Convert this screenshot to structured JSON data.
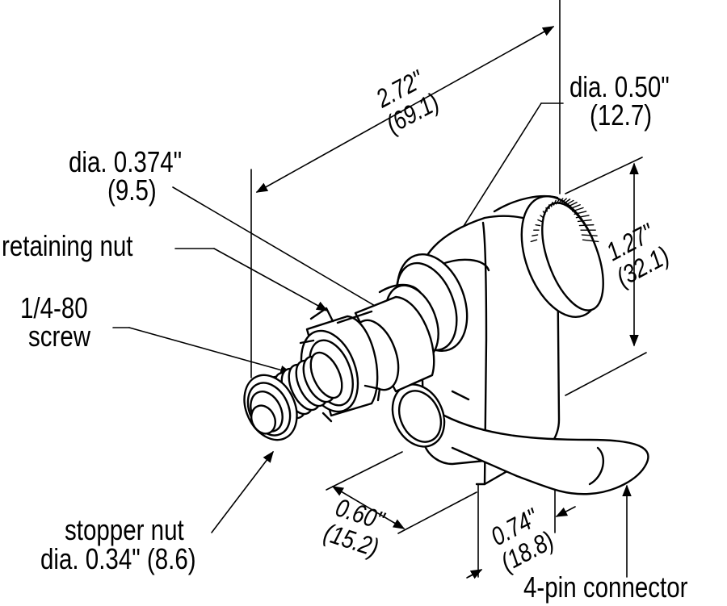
{
  "labels": {
    "dia_0374": "dia. 0.374\"",
    "dia_0374_mm": "(9.5)",
    "retaining_nut": "retaining nut",
    "screw_1": "1/4-80",
    "screw_2": "screw",
    "stopper_1": "stopper nut",
    "stopper_2": "dia. 0.34\" (8.6)",
    "dia_050": "dia. 0.50\"",
    "dia_050_mm": "(12.7)",
    "connector": "4-pin connector"
  },
  "dimensions": {
    "length_in": "2.72\"",
    "length_mm": "(69.1)",
    "height_in": "1.27\"",
    "height_mm": "(32.1)",
    "depth_in": "0.60\"",
    "depth_mm": "(15.2)",
    "width_in": "0.74\"",
    "width_mm": "(18.8)"
  }
}
